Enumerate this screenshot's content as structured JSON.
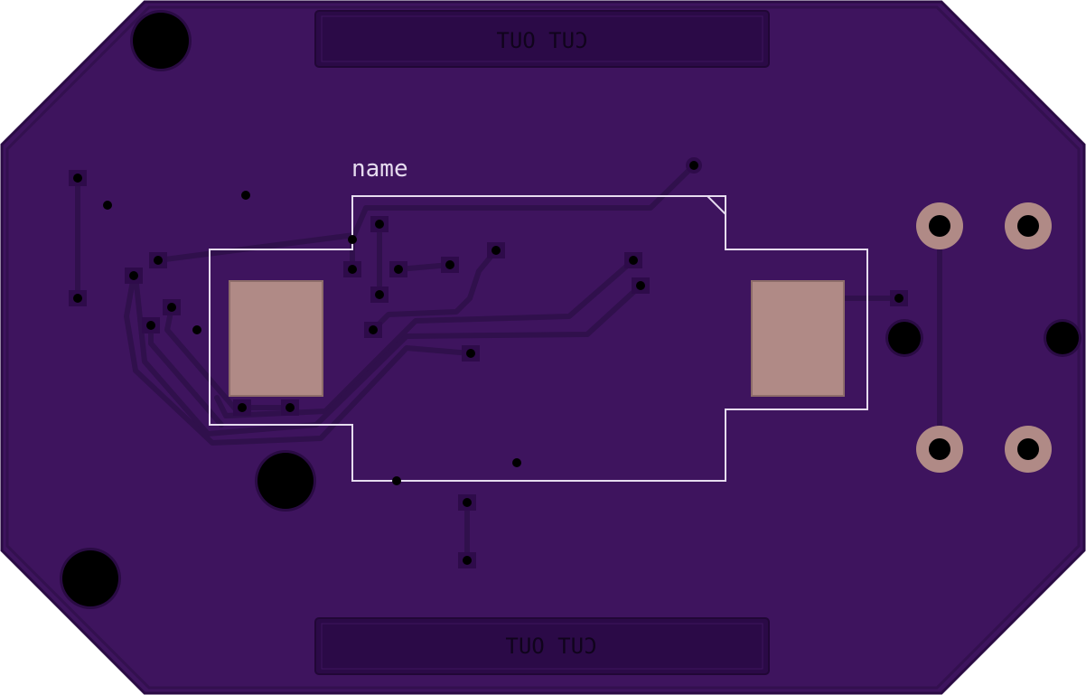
{
  "board": {
    "colors": {
      "background": "#ffffff",
      "soldermask": "#3e145e",
      "copper_trace": "#2e0b4a",
      "silkscreen": "#e6dcef",
      "pad_copper": "#b08a86",
      "cutout_fill": "#2b0a47",
      "drill": "#000000"
    }
  },
  "labels": {
    "component_name": "name",
    "cut_out_top": "CUT OUT",
    "cut_out_bottom": "CUT OUT"
  }
}
